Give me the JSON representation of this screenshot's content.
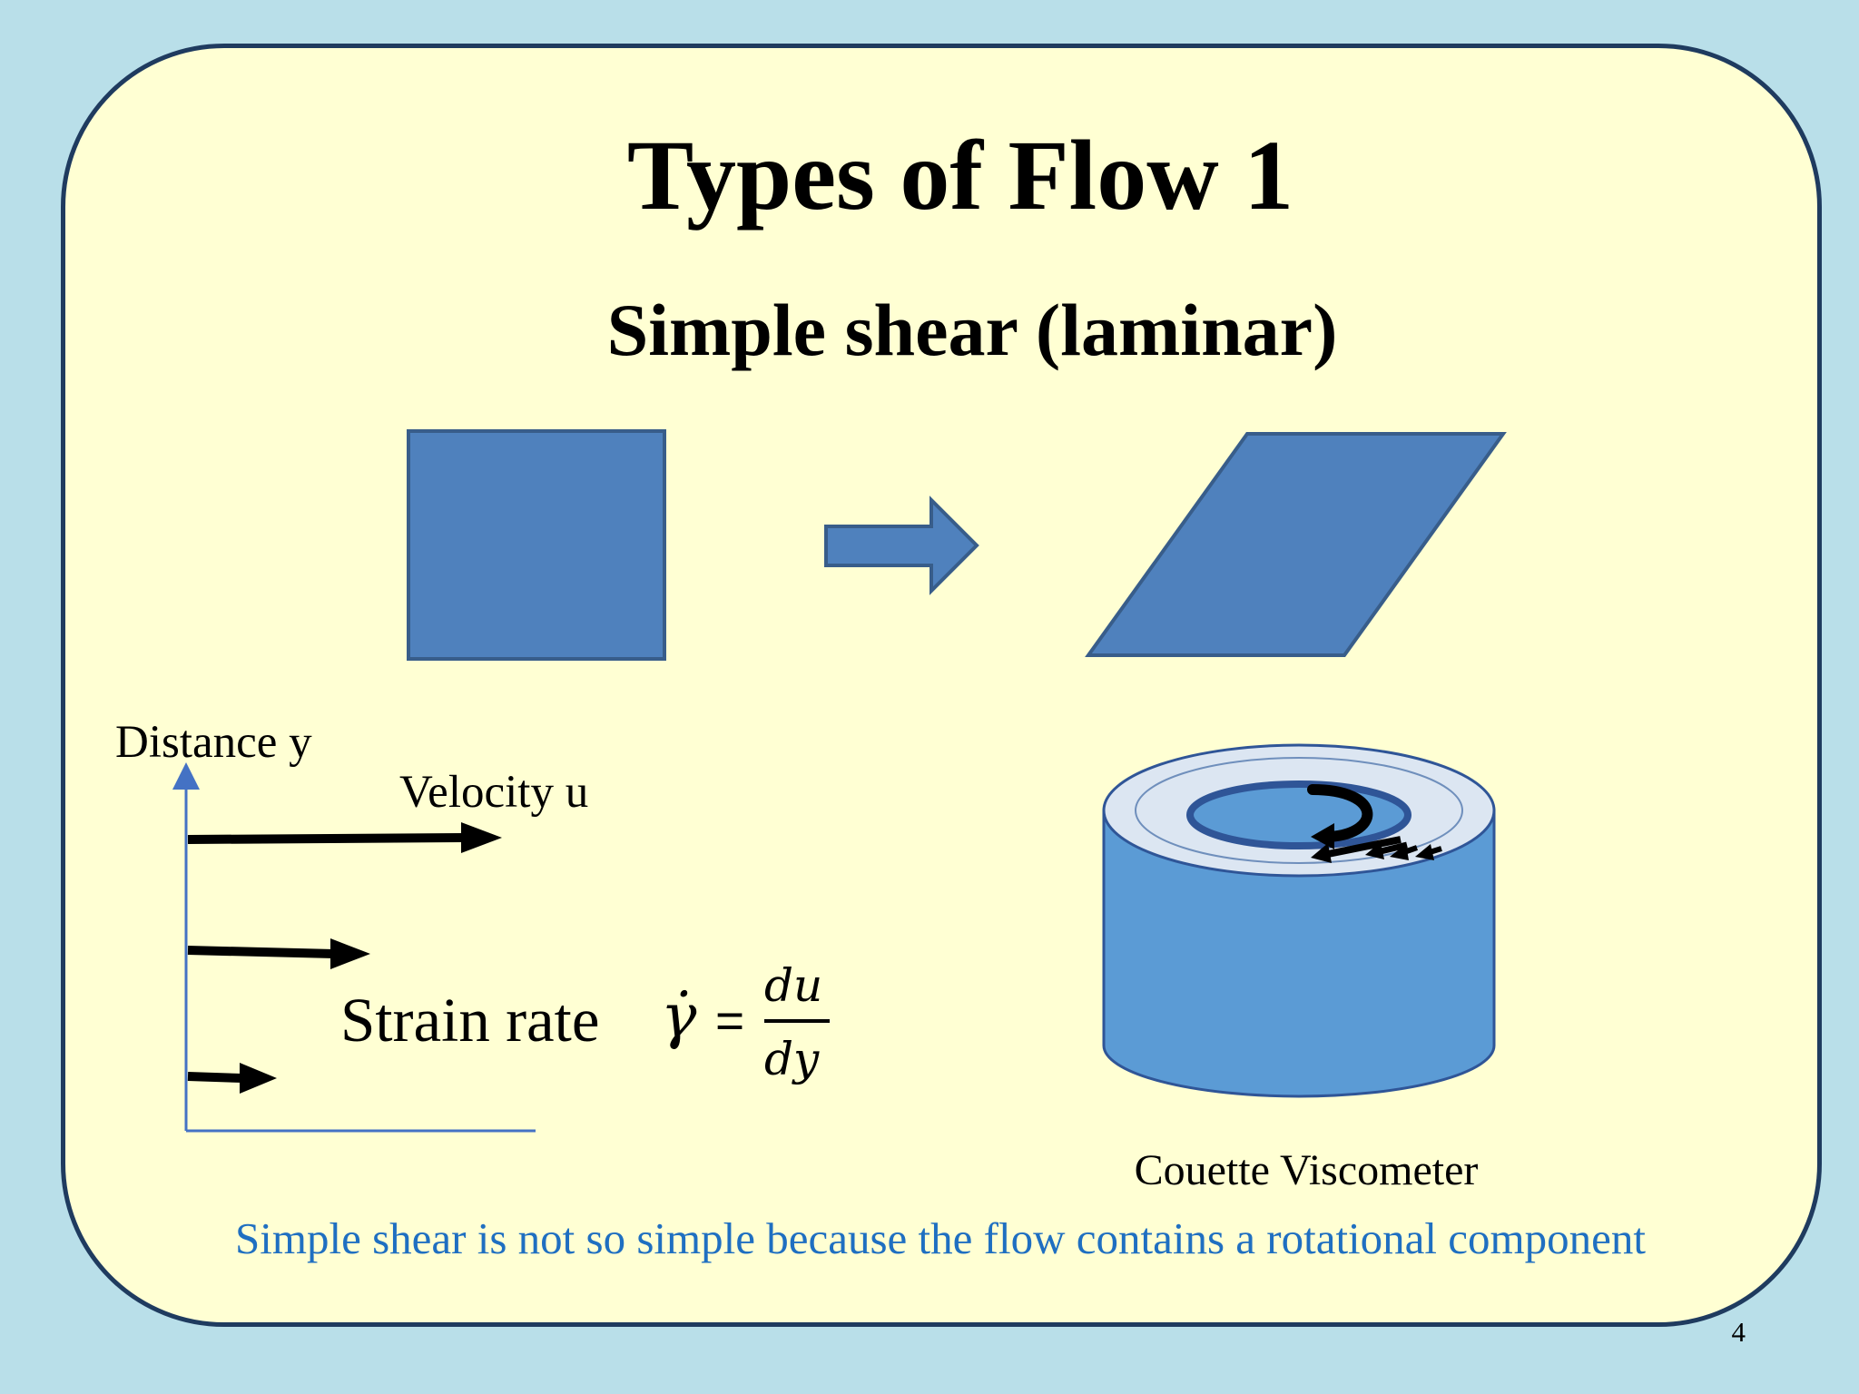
{
  "slide": {
    "title": "Types of Flow 1",
    "subtitle": "Simple shear (laminar)",
    "page_number": "4",
    "background_color": "#b9dfe9",
    "card_color": "#ffffd3",
    "border_color": "#1f3b5f"
  },
  "shear_diagram": {
    "shape_fill": "#4f81bd",
    "shape_stroke": "#385d8a"
  },
  "velocity_profile": {
    "y_axis_label": "Distance y",
    "velocity_label": "Velocity u",
    "axis_color": "#4472c4",
    "arrow_color": "#000000"
  },
  "strain_rate": {
    "label": "Strain rate",
    "symbol": "γ̇",
    "equals": "=",
    "numerator": "du",
    "denominator": "dy"
  },
  "viscometer": {
    "caption": "Couette Viscometer",
    "outer_fill": "#5b9bd5",
    "top_fill": "#dce6f2",
    "stroke": "#2f5597"
  },
  "note": {
    "text": "Simple shear is not so simple because the flow contains a rotational component",
    "color": "#1f6fc1"
  }
}
